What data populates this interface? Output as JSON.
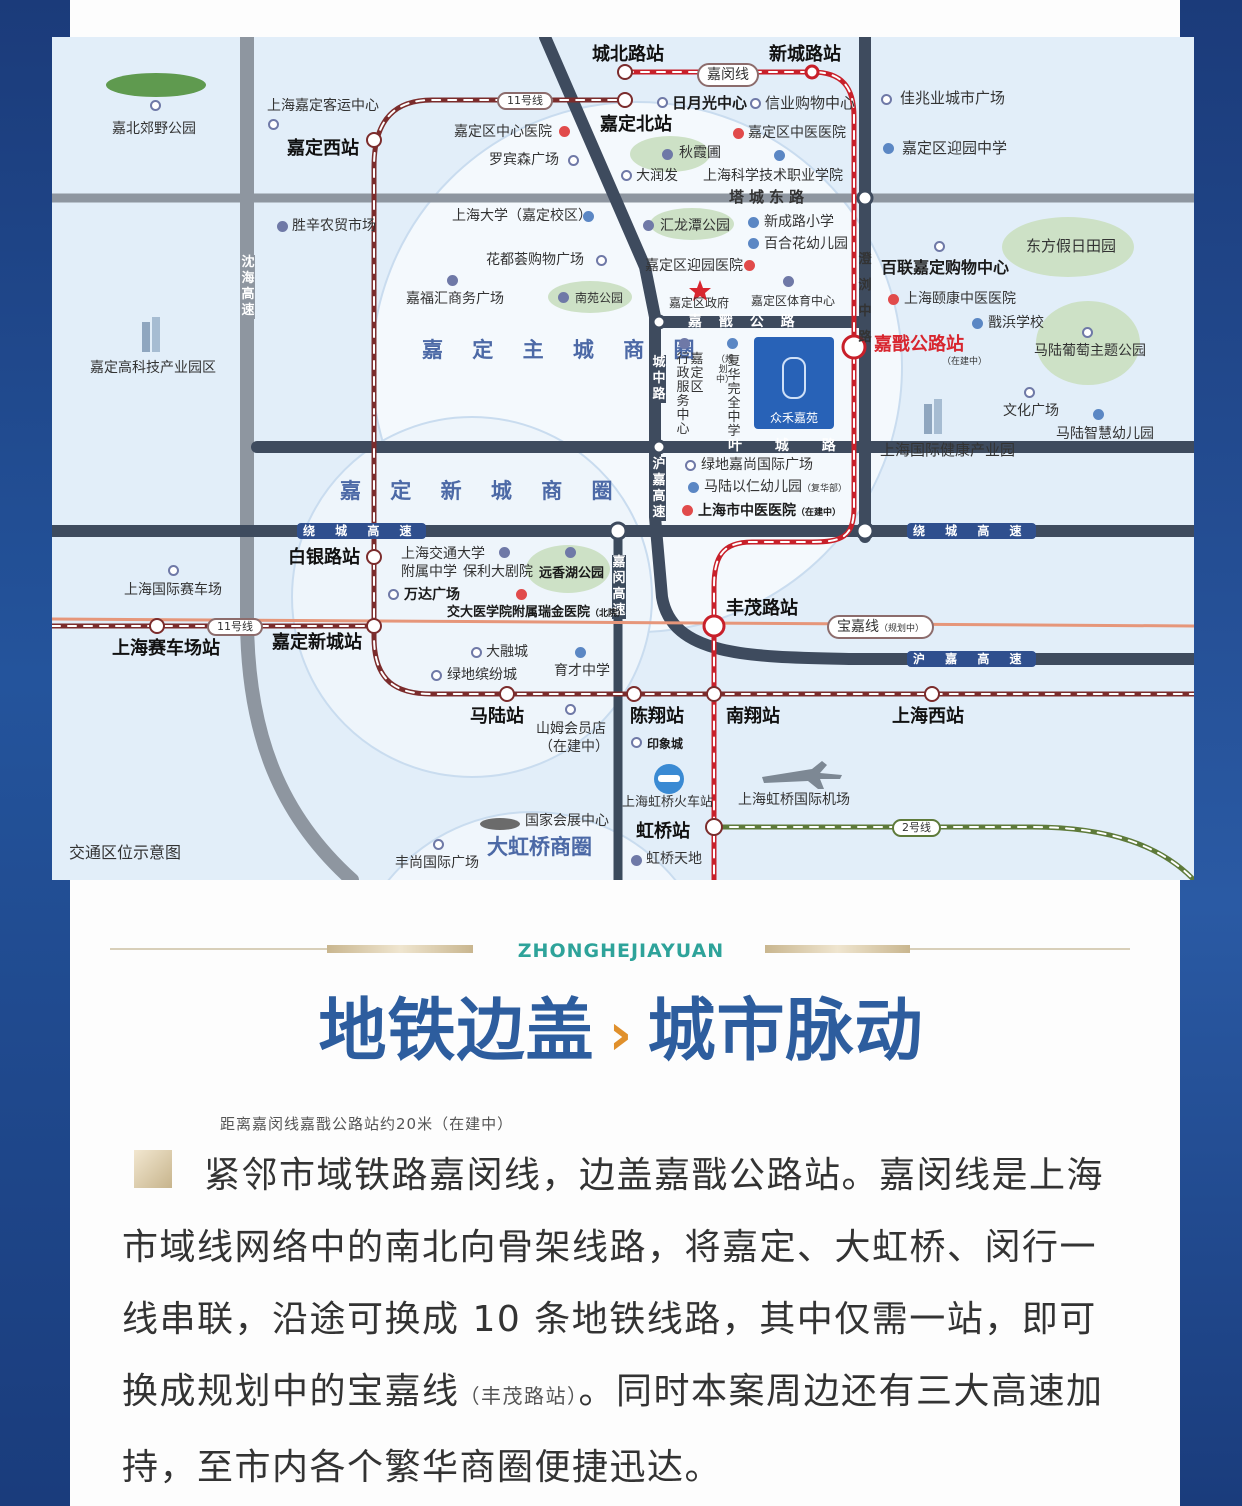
{
  "colors": {
    "frame": "#1c3e7e",
    "road_dark": "#3b4a5c",
    "accent_blue": "#2d5d9e",
    "metro_red": "#d8262f"
  },
  "map": {
    "caption": "交通区位示意图",
    "zones": [
      "嘉 定 主 城 商 圈",
      "嘉 定 新 城 商 圈",
      "大虹桥商圈"
    ],
    "roads": {
      "tacheng": "塔城东路",
      "jiaxi": "嘉 戬 公 路",
      "yecheng": "叶 城 路",
      "raocheng_l": "绕 城 高 速",
      "raocheng_r": "绕 城 高 速",
      "hujia": "沪 嘉 高 速",
      "shenhai": "沈海高速",
      "chengzhong": "城中路",
      "chengliu": "澄浏中路",
      "hujia_v": "沪嘉高速",
      "jiamin_v": "嘉闵高速"
    },
    "lines": {
      "jiamin": "嘉闵线",
      "l11_top": "11号线",
      "l11_left": "11号线",
      "baojia": "宝嘉线",
      "baojia_note": "（规划中）",
      "l2": "2号线"
    },
    "stations": {
      "chengbei": "城北路站",
      "xincheng": "新城路站",
      "jiadingbei": "嘉定北站",
      "jiadingxi": "嘉定西站",
      "jiaxi": "嘉戬公路站",
      "jiaxi_note": "（在建中）",
      "baiyin": "白银路站",
      "jiadingxincheng": "嘉定新城站",
      "saichechang": "上海赛车场站",
      "malu": "马陆站",
      "chenxiang": "陈翔站",
      "nanxiang": "南翔站",
      "shanghaixi": "上海西站",
      "hongqiao": "虹桥站",
      "fengmao": "丰茂路站"
    },
    "pois": {
      "p1": "嘉北郊野公园",
      "p2": "上海嘉定客运中心",
      "p3": "嘉定区中心医院",
      "p4": "罗宾森广场",
      "p5": "日月光中心",
      "p6": "信业购物中心",
      "p7": "嘉定区中医医院",
      "p8": "秋霞圃",
      "p9": "大润发",
      "p10": "上海科学技术职业学院",
      "p11": "佳兆业城市广场",
      "p12": "嘉定区迎园中学",
      "p13": "胜辛农贸市场",
      "p14": "上海大学（嘉定校区）",
      "p15": "汇龙潭公园",
      "p16": "新成路小学",
      "p17": "百合花幼儿园",
      "p18": "花都荟购物广场",
      "p19": "嘉定区迎园医院",
      "p20": "嘉福汇商务广场",
      "p21": "南苑公园",
      "p22": "嘉定区政府",
      "p23": "嘉定区体育中心",
      "p24": "百联嘉定购物中心",
      "p25": "东方假日田园",
      "p26": "上海颐康中医医院",
      "p27": "戬浜学校",
      "p28": "马陆葡萄主题公园",
      "p29": "嘉定高科技产业园区",
      "p30": "文化广场",
      "p31": "马陆智慧幼儿园",
      "p32": "上海国际健康产业园",
      "p33": "行政服务中心",
      "p34": "嘉定区",
      "p35": "（规划中）",
      "p36": "复华完全中学",
      "p37": "绿地嘉尚国际广场",
      "p38": "马陆以仁幼儿园",
      "p38n": "（复华部）",
      "p39": "上海市中医医院",
      "p39n": "（在建中）",
      "p40": "上海国际赛车场",
      "p41": "上海交通大学",
      "p41b": "附属中学",
      "p42": "保利大剧院",
      "p43": "远香湖公园",
      "p44": "万达广场",
      "p45": "交大医学院附属瑞金医院",
      "p45n": "（北院）",
      "p46": "大融城",
      "p47": "绿地缤纷城",
      "p48": "育才中学",
      "p49": "山姆会员店",
      "p49b": "（在建中）",
      "p50": "印象城",
      "p51": "上海虹桥火车站",
      "p52": "上海虹桥国际机场",
      "p53": "国家会展中心",
      "p54": "丰尚国际广场",
      "p55": "虹桥天地"
    },
    "project_name": "众禾嘉苑"
  },
  "brand_en": "ZHONGHEJIAYUAN",
  "headline_left": "地铁边盖",
  "headline_chevron": "›",
  "headline_right": "城市脉动",
  "note": "距离嘉闵线嘉戬公路站约20米（在建中）",
  "para_part1": "紧邻市域铁路嘉闵线，边盖嘉戬公路站。嘉闵线是上海市域线网络中的南北向骨架线路，将嘉定、大虹桥、闵行一线串联，沿途可换成 10 条地铁线路，其中仅需一站，即可换成规划中的宝嘉线",
  "para_small": "（丰茂路站）",
  "para_part2": "。同时本案周边还有三大高速加持，至市内各个繁华商圈便捷迅达。"
}
